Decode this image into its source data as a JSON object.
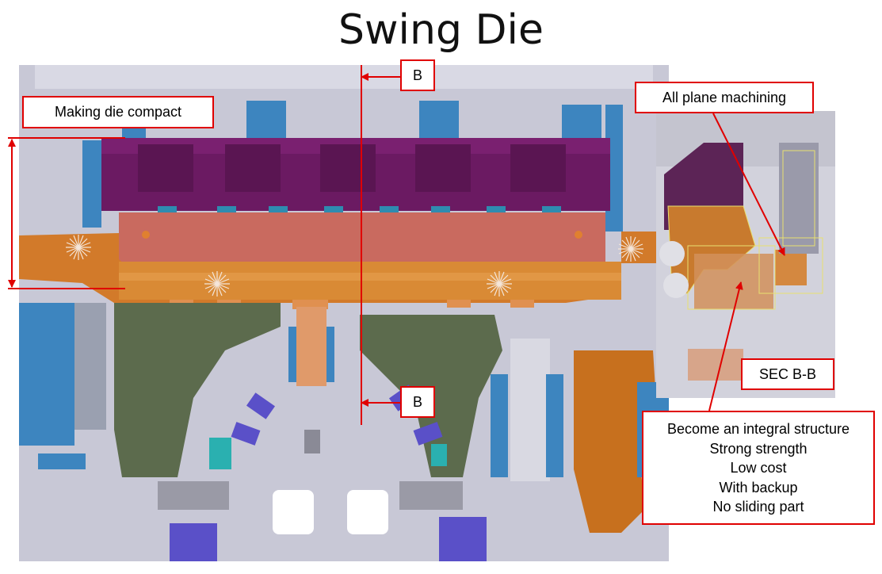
{
  "title": "Swing Die",
  "labels": {
    "section_top": "B",
    "section_bottom": "B",
    "compact": "Making die compact",
    "plane": "All plane machining",
    "sec": "SEC B-B"
  },
  "benefits": [
    "Become an integral structure",
    "Strong strength",
    "Low cost",
    "With backup",
    "No sliding part"
  ],
  "colors": {
    "callout_border": "#e00000",
    "purple_block": "#6b1860",
    "orange_beam": "#d47a28",
    "salmon_plate": "#c86a5e",
    "green_casting": "#5c6a4c",
    "blue_blocks": "#3a7fb5",
    "violet_pads": "#5a4ec8"
  }
}
